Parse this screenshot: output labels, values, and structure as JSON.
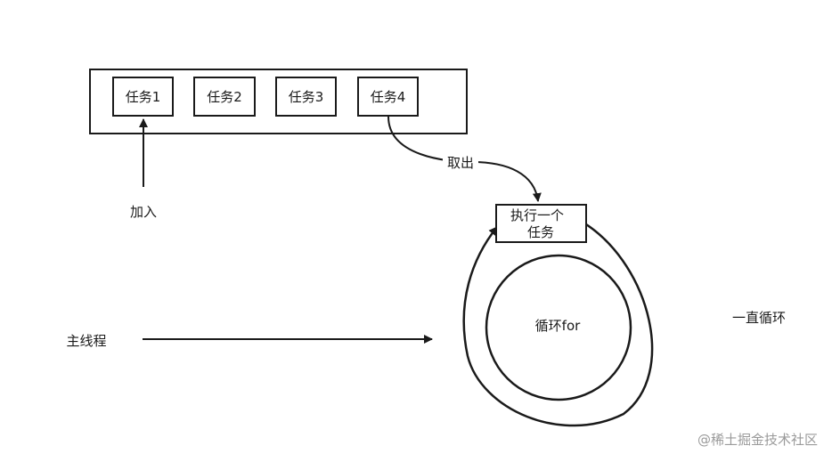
{
  "queue": {
    "tasks": [
      {
        "label": "任务1"
      },
      {
        "label": "任务2"
      },
      {
        "label": "任务3"
      },
      {
        "label": "任务4"
      }
    ]
  },
  "add_label": "加入",
  "take_label": "取出",
  "execute": {
    "line1": "执行一个",
    "line2": "任务"
  },
  "loop_label": "循环for",
  "always_loop_label": "一直循环",
  "main_thread_label": "主线程",
  "watermark": "@稀土掘金技术社区"
}
